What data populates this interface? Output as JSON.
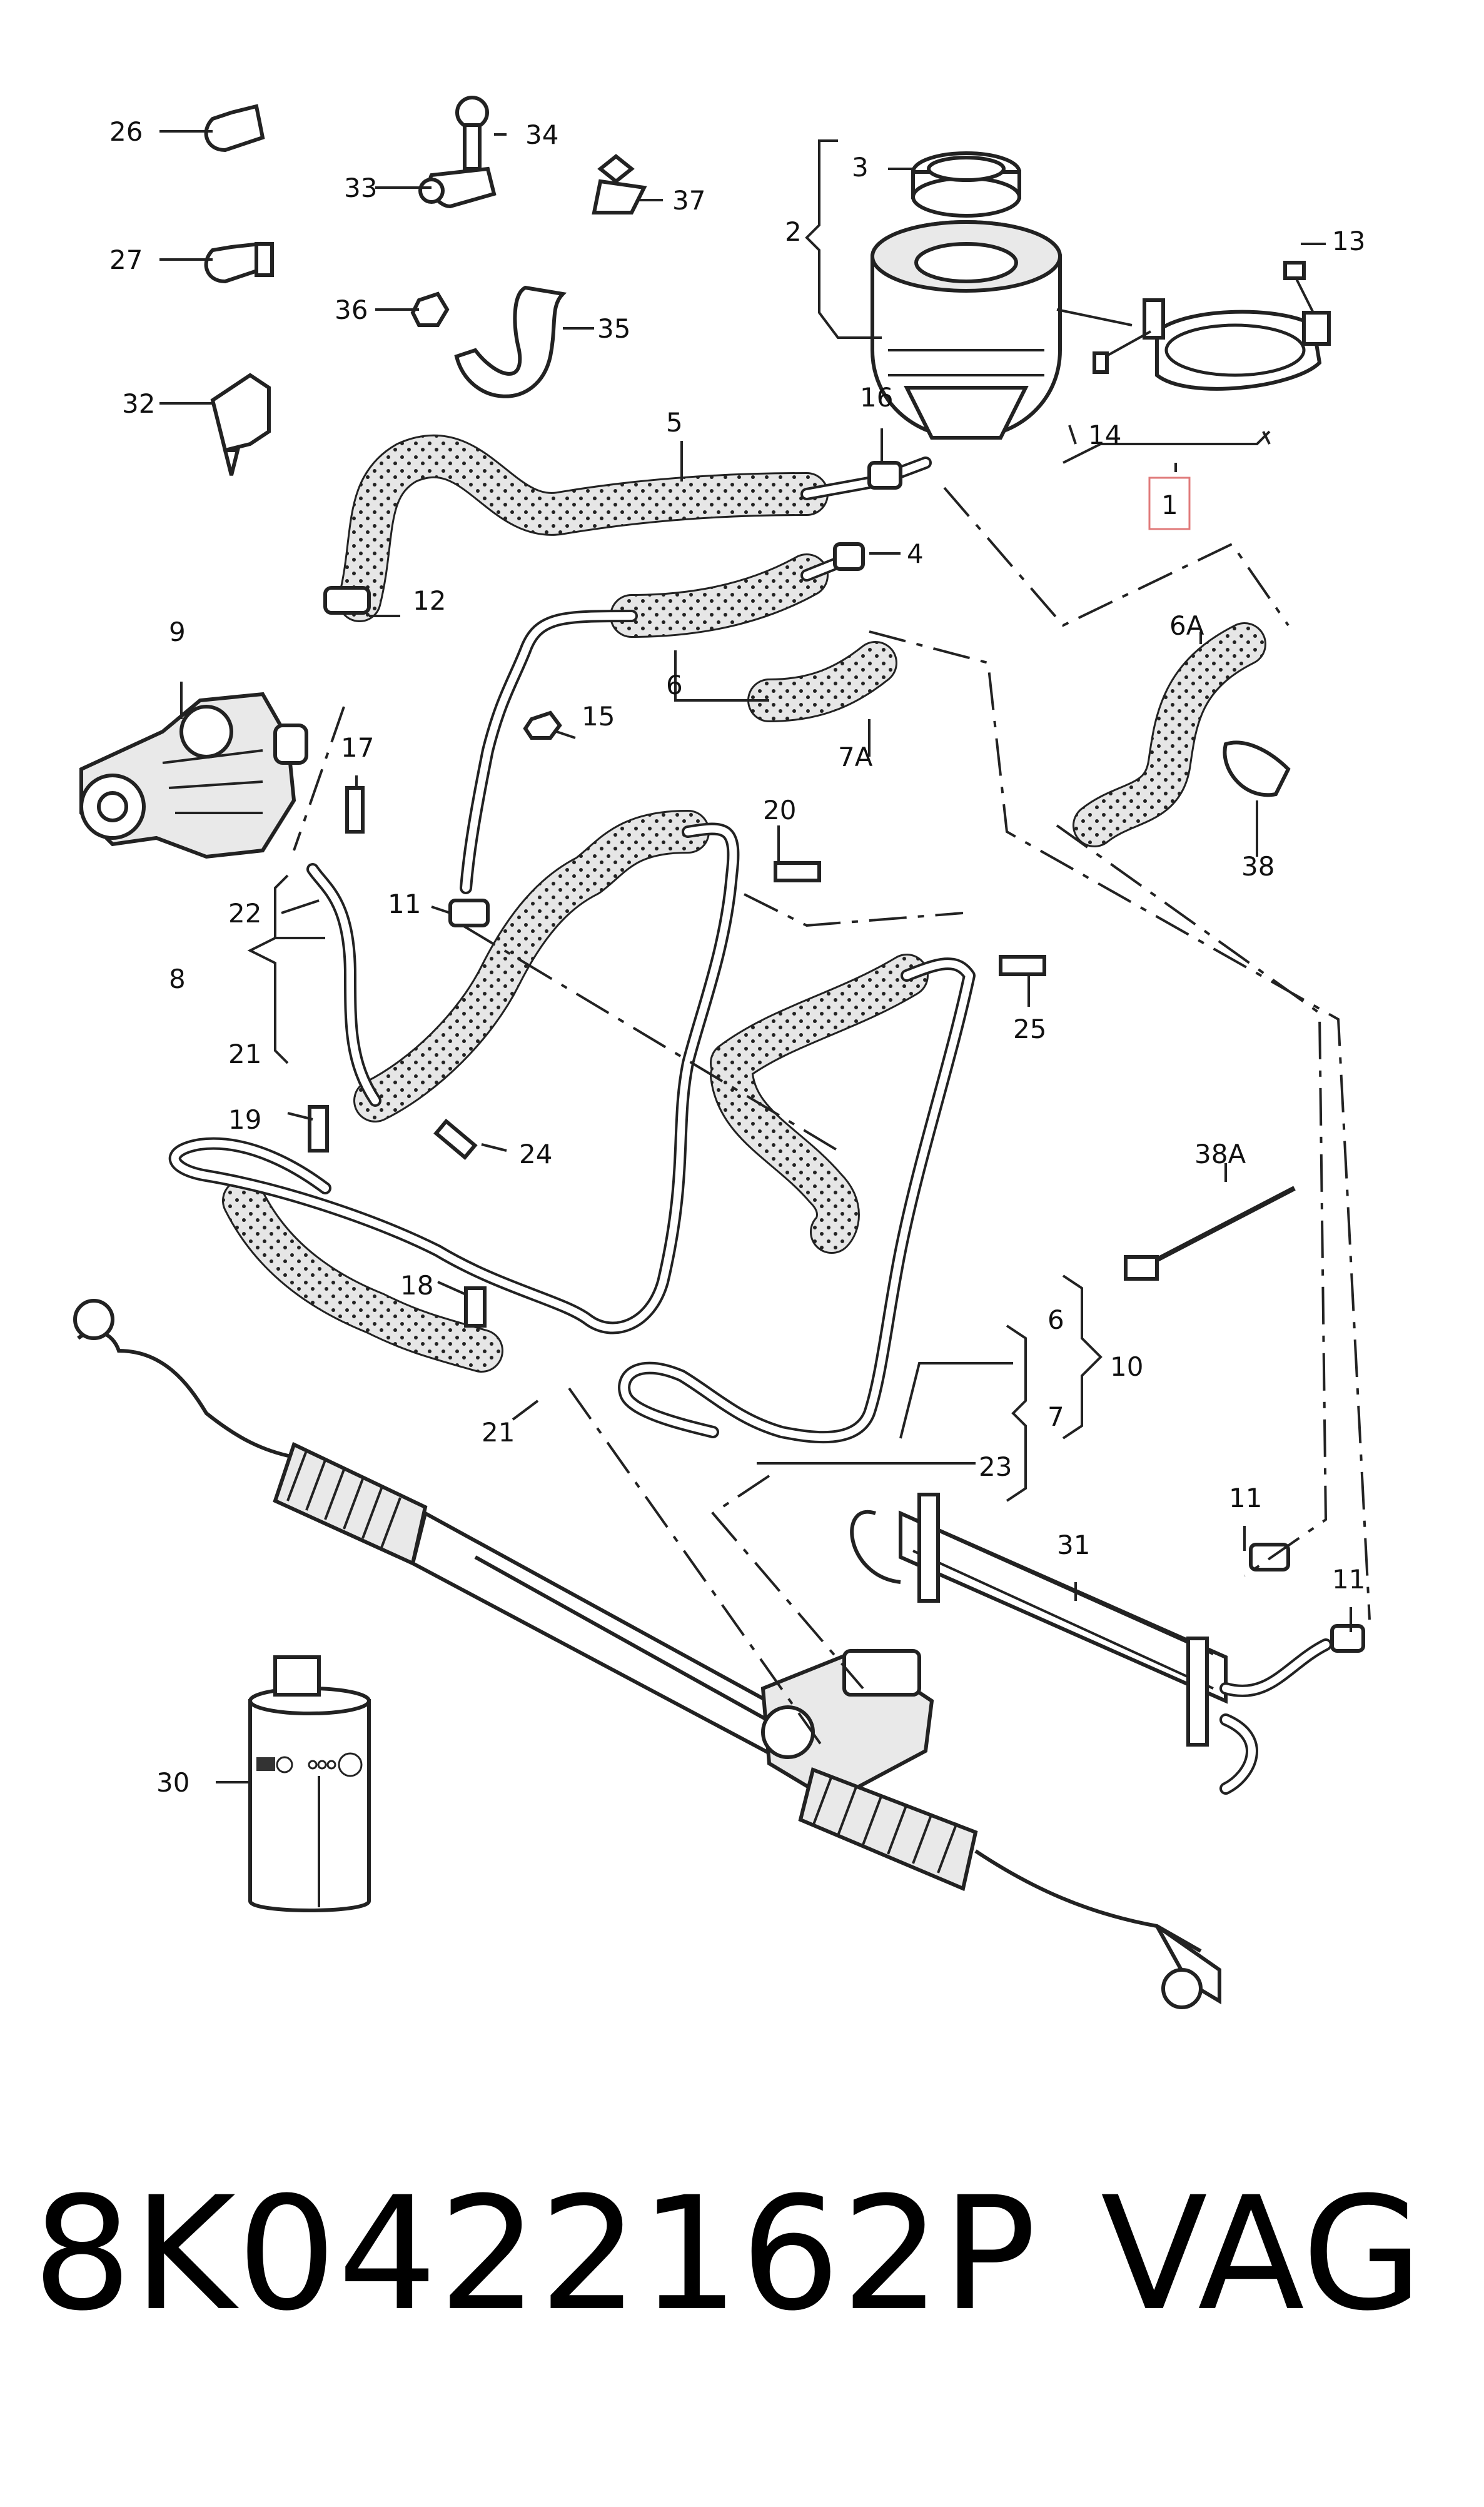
{
  "callouts": {
    "c1": "1",
    "c2": "2",
    "c3": "3",
    "c4": "4",
    "c5": "5",
    "c6": "6",
    "c6b": "6",
    "c6A": "6A",
    "c7": "7",
    "c7A": "7A",
    "c8": "8",
    "c9": "9",
    "c10": "10",
    "c11a": "11",
    "c11b": "11",
    "c11c": "11",
    "c12": "12",
    "c13": "13",
    "c14": "14",
    "c15": "15",
    "c16": "16",
    "c17": "17",
    "c18": "18",
    "c19": "19",
    "c20": "20",
    "c21a": "21",
    "c21b": "21",
    "c22": "22",
    "c23": "23",
    "c24": "24",
    "c25": "25",
    "c26": "26",
    "c27": "27",
    "c30": "30",
    "c31": "31",
    "c32": "32",
    "c33": "33",
    "c34": "34",
    "c35": "35",
    "c36": "36",
    "c37": "37",
    "c38": "38",
    "c38A": "38A"
  },
  "footer": {
    "part_number": "8K0422162P",
    "brand": "VAG"
  },
  "colors": {
    "highlight_box": "#e07a7a",
    "line": "#222222"
  }
}
